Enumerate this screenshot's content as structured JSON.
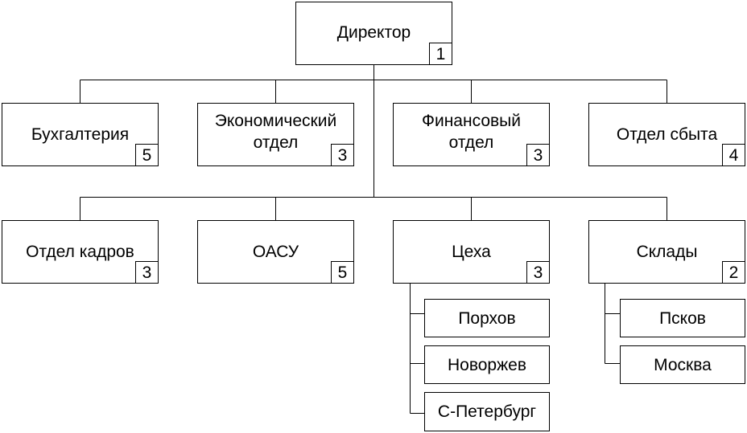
{
  "director": {
    "label": "Директор",
    "number": "1"
  },
  "level1": [
    {
      "label": "Бухгалтерия",
      "number": "5"
    },
    {
      "label": "Экономический отдел",
      "number": "3"
    },
    {
      "label": "Финансовый отдел",
      "number": "3"
    },
    {
      "label": "Отдел сбыта",
      "number": "4"
    }
  ],
  "level2": [
    {
      "label": "Отдел кадров",
      "number": "3"
    },
    {
      "label": "ОАСУ",
      "number": "5"
    },
    {
      "label": "Цеха",
      "number": "3"
    },
    {
      "label": "Склады",
      "number": "2"
    }
  ],
  "workshops": [
    {
      "label": "Порхов"
    },
    {
      "label": "Новоржев"
    },
    {
      "label": "С-Петербург"
    }
  ],
  "warehouses": [
    {
      "label": "Псков"
    },
    {
      "label": "Москва"
    }
  ]
}
